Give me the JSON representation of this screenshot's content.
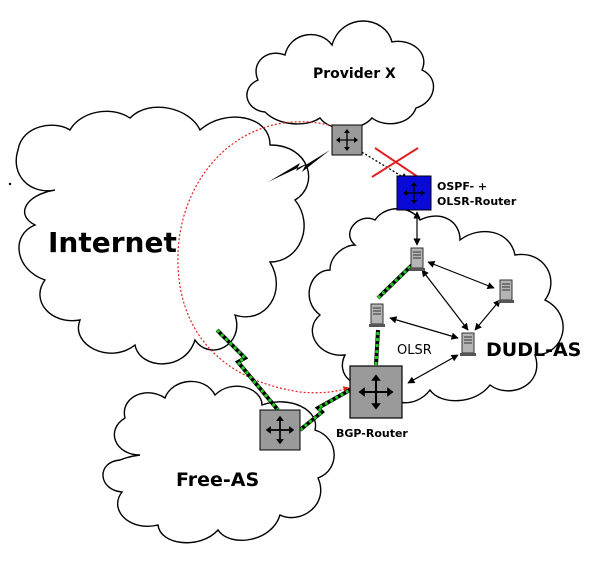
{
  "clouds": {
    "provider": "Provider X",
    "internet": "Internet",
    "dudl": "DUDL-AS",
    "free": "Free-AS"
  },
  "labels": {
    "ospf_line1": "OSPF- +",
    "ospf_line2": "OLSR-Router",
    "olsr": "OLSR",
    "bgp": "BGP-Router"
  },
  "colors": {
    "ospf_router": "#0a0ad6",
    "router_gray": "#9a9a9a",
    "green_link": "#22cc22",
    "red_path": "#e02020"
  },
  "icons": [
    "router-icon",
    "server-icon",
    "lightning-link-icon",
    "blocked-x-icon"
  ]
}
